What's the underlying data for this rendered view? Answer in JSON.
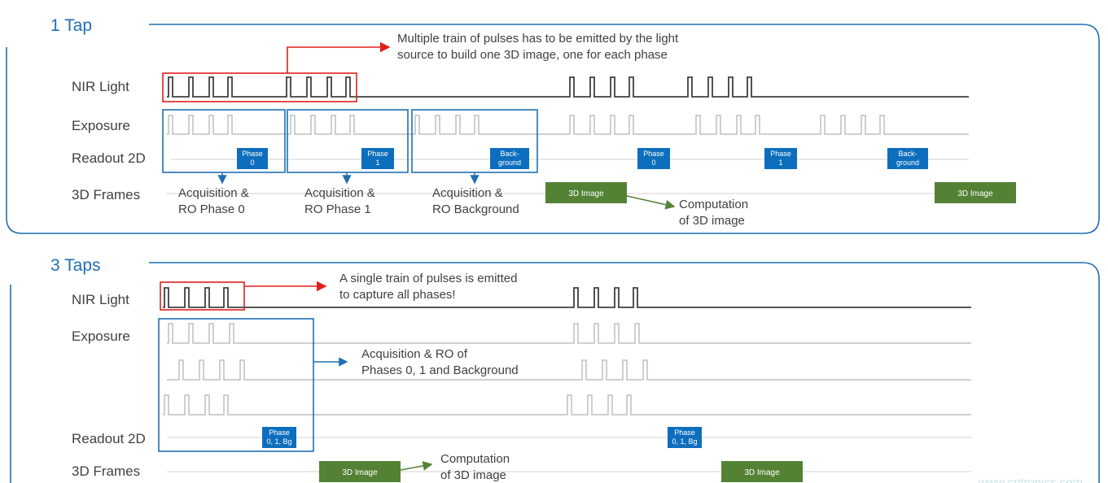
{
  "sections": [
    {
      "title": "1 Tap",
      "rows": [
        "NIR Light",
        "Exposure",
        "Readout 2D",
        "3D Frames"
      ],
      "callout": [
        "Multiple train of pulses has to be emitted by the light",
        "source to build one 3D image, one for each phase"
      ],
      "readout_badges": [
        [
          "Phase",
          "0"
        ],
        [
          "Phase",
          "1"
        ],
        [
          "Back-",
          "ground"
        ],
        [
          "Phase",
          "0"
        ],
        [
          "Phase",
          "1"
        ],
        [
          "Back-",
          "ground"
        ]
      ],
      "acquisition_notes": [
        [
          "Acquisition &",
          "RO Phase 0"
        ],
        [
          "Acquisition &",
          "RO Phase 1"
        ],
        [
          "Acquisition &",
          "RO Background"
        ]
      ],
      "frame_badges": [
        "3D Image",
        "3D Image"
      ],
      "computation_note": [
        "Computation",
        "of 3D image"
      ]
    },
    {
      "title": "3 Taps",
      "rows": [
        "NIR Light",
        "Exposure",
        "Readout 2D",
        "3D Frames"
      ],
      "callout": [
        "A single train of pulses is emitted",
        "to capture all phases!"
      ],
      "readout_badges": [
        [
          "Phase",
          "0, 1, Bg"
        ],
        [
          "Phase",
          "0, 1, Bg"
        ]
      ],
      "acquisition_notes": [
        [
          "Acquisition & RO of",
          "Phases 0, 1 and Background"
        ]
      ],
      "frame_badges": [
        "3D Image",
        "3D Image"
      ],
      "computation_note": [
        "Computation",
        "of 3D image"
      ]
    }
  ],
  "watermark": "www.cntronics.com",
  "colors": {
    "frame_blue": "#1f6fb2",
    "readout_blue": "#0d6ebd",
    "image_green": "#548235",
    "callout_red": "#e0201b",
    "nir_dark": "#404040",
    "exposure_gray": "#bfbfbf",
    "baseline_gray": "#d9d9d9",
    "title_blue": "#1f6fb2",
    "text_dark": "#404040"
  }
}
